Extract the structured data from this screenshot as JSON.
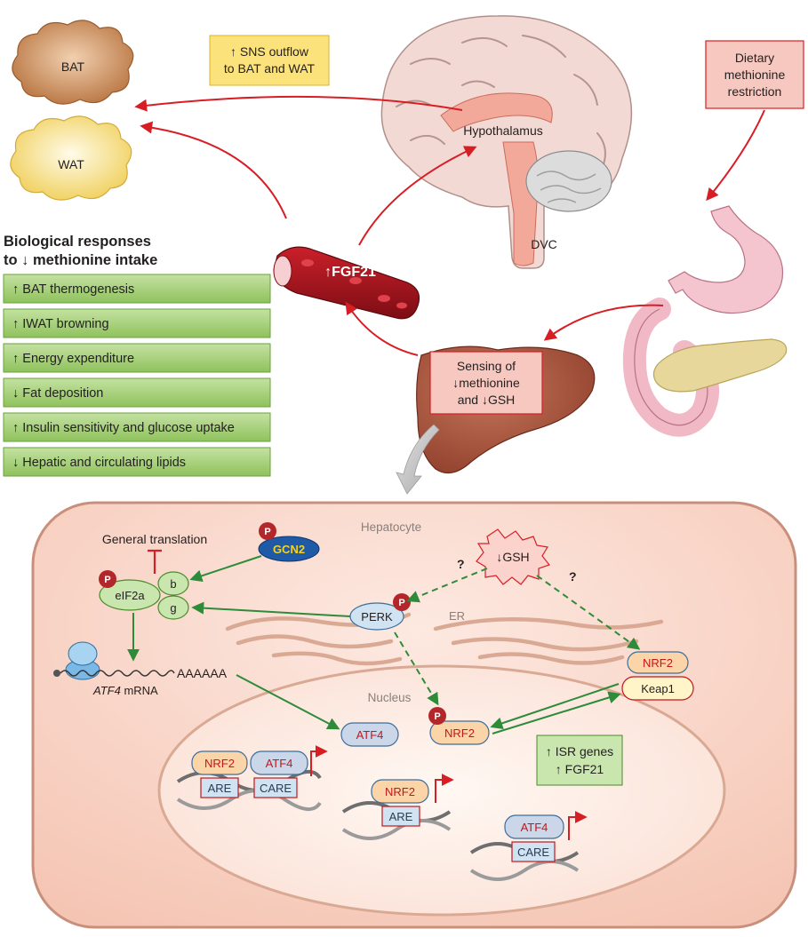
{
  "colors": {
    "arrow_red": "#d81e25",
    "arrow_green": "#2e8b3a",
    "bat_fill": "#c9864d",
    "wat_fill": "#f6dc7c",
    "response_box": "#9ccc6a",
    "sns_box": "#fbe27a",
    "sensing_box": "#f7c8bf",
    "hepatocyte_fill": "#f9d9cc",
    "phospho_badge": "#b3262a",
    "nrf2_fill": "#fbd4a8",
    "atf4_fill": "#cbd6e8",
    "gcn2_fill": "#1f5aa6",
    "gcn2_text": "#f7d21a"
  },
  "top": {
    "bat_label": "BAT",
    "wat_label": "WAT",
    "sns_line1": "↑ SNS outflow",
    "sns_line2": "to BAT and WAT",
    "hypothalamus_label": "Hypothalamus",
    "dvc_label": "DVC",
    "fgf21_label": "↑FGF21",
    "diet_line1": "Dietary",
    "diet_line2": "methionine",
    "diet_line3": "restriction",
    "sensing_line1": "Sensing of",
    "sensing_line2": "↓methionine",
    "sensing_line3": "and ↓GSH"
  },
  "responses": {
    "title_line1": "Biological responses",
    "title_line2": "to ↓ methionine intake",
    "items": [
      "↑ BAT thermogenesis",
      "↑ IWAT browning",
      "↑ Energy expenditure",
      "↓ Fat deposition",
      "↑ Insulin sensitivity and glucose uptake",
      "↓ Hepatic and circulating lipids"
    ]
  },
  "cell": {
    "hepatocyte_label": "Hepatocyte",
    "nucleus_label": "Nucleus",
    "er_label": "ER",
    "gsh_label": "↓GSH",
    "question_mark": "?",
    "general_translation": "General translation",
    "gcn2_label": "GCN2",
    "p_label": "P",
    "eif2a_label": "eIF2a",
    "eif2_b_label": "b",
    "eif2_g_label": "g",
    "perk_label": "PERK",
    "mrna_polya": "AAAAAA",
    "mrna_gene": "ATF4",
    "mrna_suffix": " mRNA",
    "nrf2_label": "NRF2",
    "keap1_label": "Keap1",
    "atf4_label": "ATF4",
    "are_label": "ARE",
    "care_label": "CARE",
    "isr_line1": "↑ ISR genes",
    "isr_line2": "↑ FGF21"
  }
}
